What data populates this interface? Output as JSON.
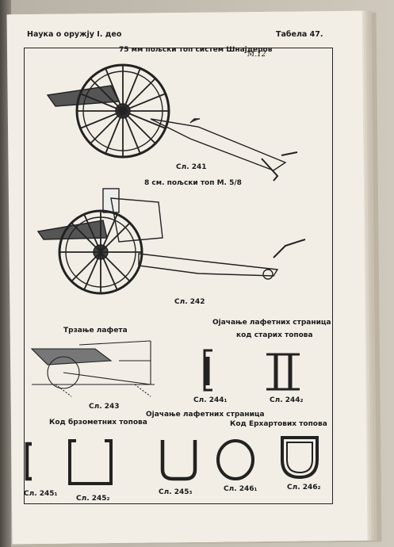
{
  "header": {
    "left": "Наука о оружју I. део",
    "right": "Табела 47."
  },
  "titles": {
    "gun1": "75 мм  пољски топ систем Шнајдеров",
    "gun1_note": "M.12",
    "gun2": "8 см. пољски топ М. 5/8",
    "trail": "Трзање лафета",
    "reinforce_old": "Ојачање лафетних страница",
    "reinforce_old_2": "код старих топова",
    "quickfire": "Код брзометних топова",
    "reinforce_new": "Ојачање лафетних страница",
    "ehrhardt": "Код Ерхартових топова"
  },
  "captions": {
    "f241": "Сл. 241",
    "f242": "Сл. 242",
    "f243": "Сл. 243",
    "f2441": "Сл. 244₁",
    "f2442": "Сл. 244₂",
    "f2451": "Сл. 245₁",
    "f2452": "Сл. 245₂",
    "f2453": "Сл. 245₃",
    "f2461": "Сл. 246₁",
    "f2462": "Сл. 246₂"
  }
}
